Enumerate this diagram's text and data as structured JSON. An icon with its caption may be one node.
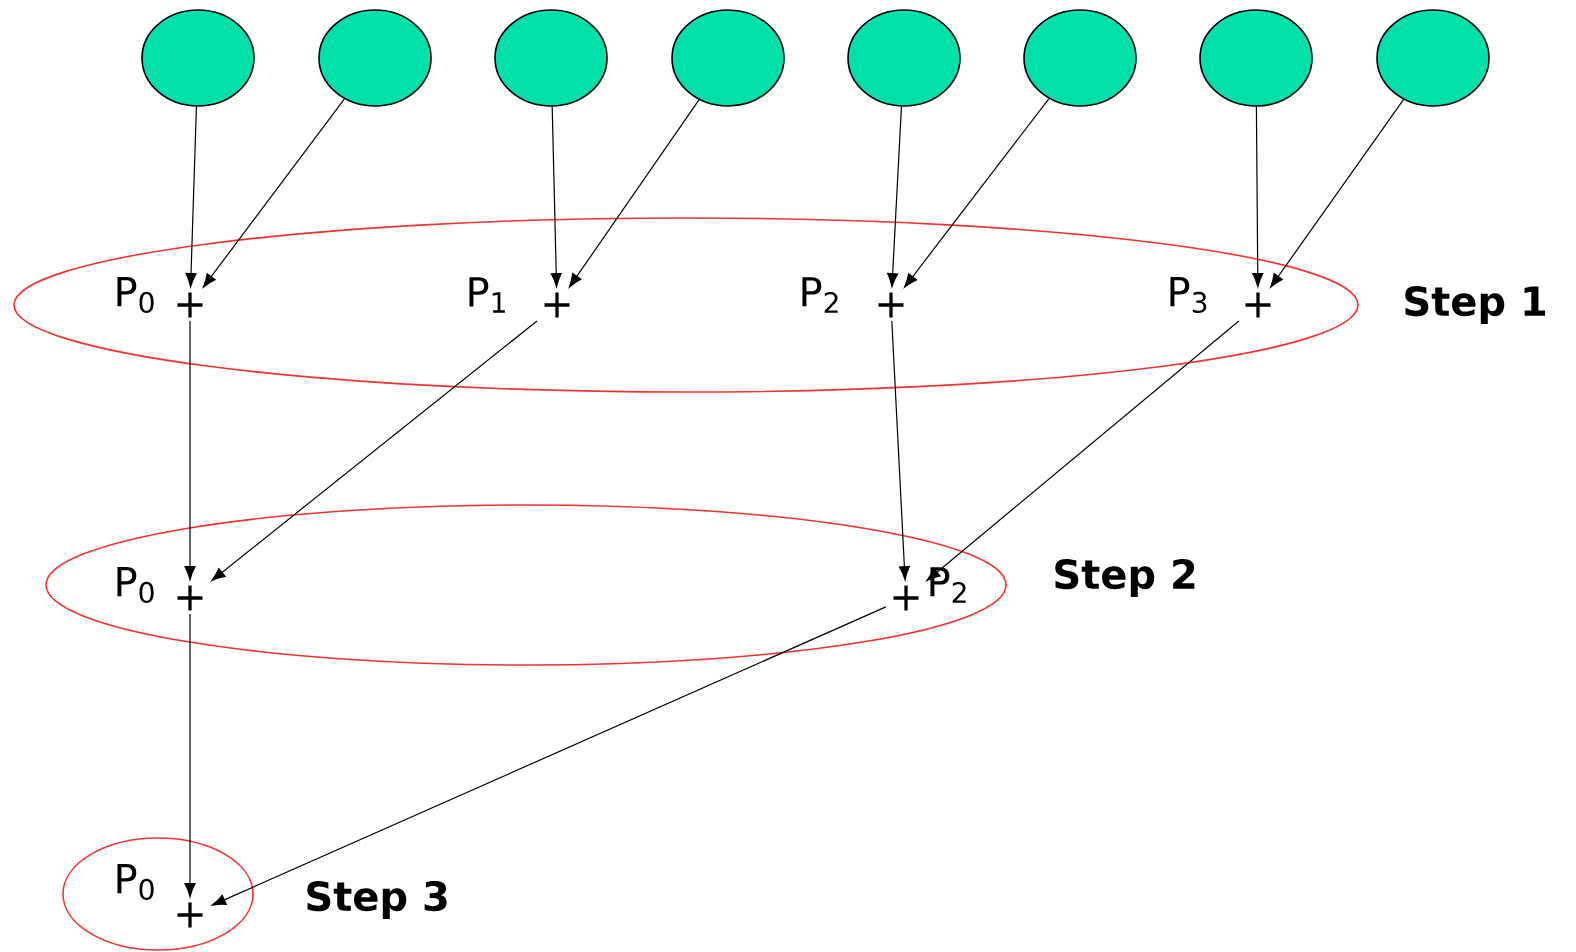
{
  "diagram": {
    "nodes": [
      {
        "text": [],
        "shape": "circle"
      },
      {
        "text": [],
        "shape": "circle"
      },
      {
        "text": [],
        "shape": "circle"
      },
      {
        "text": [],
        "shape": "circle"
      },
      {
        "text": [],
        "shape": "circle"
      },
      {
        "text": [],
        "shape": "circle"
      },
      {
        "text": [],
        "shape": "circle"
      },
      {
        "text": [],
        "shape": "circle"
      },
      {
        "text": [],
        "shape": "ellipse",
        "beside": [
          "Step 1"
        ]
      },
      {
        "text": [
          "P$_{0}$",
          "+"
        ],
        "in": 8
      },
      {
        "text": [
          "P$_{1}$",
          "+"
        ],
        "in": 8
      },
      {
        "text": [
          "P$_{2}$",
          "+"
        ],
        "in": 8
      },
      {
        "text": [
          "P$_{3}$",
          "+"
        ],
        "in": 8
      },
      {
        "text": [],
        "shape": "ellipse",
        "beside": [
          "Step 2"
        ]
      },
      {
        "text": [
          "P$_{0}$",
          "+"
        ],
        "in": 13
      },
      {
        "text": [
          "+",
          "P$_{2}$"
        ],
        "in": 13
      },
      {
        "text": [],
        "shape": "ellipse",
        "beside": [
          "Step 3"
        ]
      },
      {
        "text": [
          "P$_{0}$",
          "+"
        ],
        "in": 16
      }
    ],
    "edges": [
      {
        "from": 0,
        "to": 9,
        "arrow": "to"
      },
      {
        "from": 1,
        "to": 9,
        "arrow": "to"
      },
      {
        "from": 2,
        "to": 10,
        "arrow": "to"
      },
      {
        "from": 3,
        "to": 10,
        "arrow": "to"
      },
      {
        "from": 4,
        "to": 11,
        "arrow": "to"
      },
      {
        "from": 5,
        "to": 11,
        "arrow": "to"
      },
      {
        "from": 6,
        "to": 12,
        "arrow": "to"
      },
      {
        "from": 7,
        "to": 12,
        "arrow": "to"
      },
      {
        "from": 9,
        "to": 14,
        "arrow": "to"
      },
      {
        "from": 10,
        "to": 14,
        "arrow": "to"
      },
      {
        "from": 11,
        "to": 15,
        "arrow": "to"
      },
      {
        "from": 12,
        "to": 15,
        "arrow": "to"
      },
      {
        "from": 14,
        "to": 17,
        "arrow": "to"
      },
      {
        "from": 15,
        "to": 17,
        "arrow": "to"
      }
    ]
  }
}
